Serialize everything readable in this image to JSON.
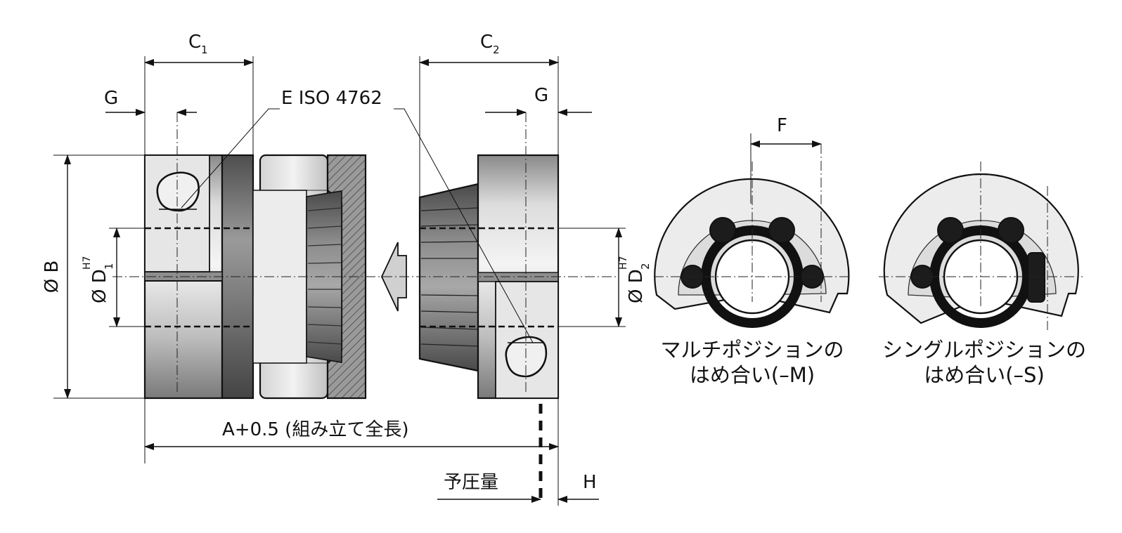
{
  "labels": {
    "c1": "C",
    "c1_sub": "1",
    "c2": "C",
    "c2_sub": "2",
    "g_left": "G",
    "g_right": "G",
    "screw": "E ISO 4762",
    "dia_b": "Ø B",
    "dia_d1": "Ø D",
    "dia_d1_sub": "1",
    "dia_d1_fit": "H7",
    "dia_d2": "Ø D",
    "dia_d2_sub": "2",
    "dia_d2_fit": "H7",
    "length_a": "A+0.5 (組み立て全長)",
    "preload": "予圧量",
    "h": "H",
    "f": "F"
  },
  "captions": {
    "multi_line1": "マルチポジションの",
    "multi_line2": "はめ合い(–M)",
    "single_line1": "シングルポジションの",
    "single_line2": "はめ合い(–S)"
  },
  "colors": {
    "metal_light": "#e4e4e4",
    "metal_mid": "#b4b4b4",
    "metal_dark": "#6e6e6e",
    "ink": "#111111"
  }
}
